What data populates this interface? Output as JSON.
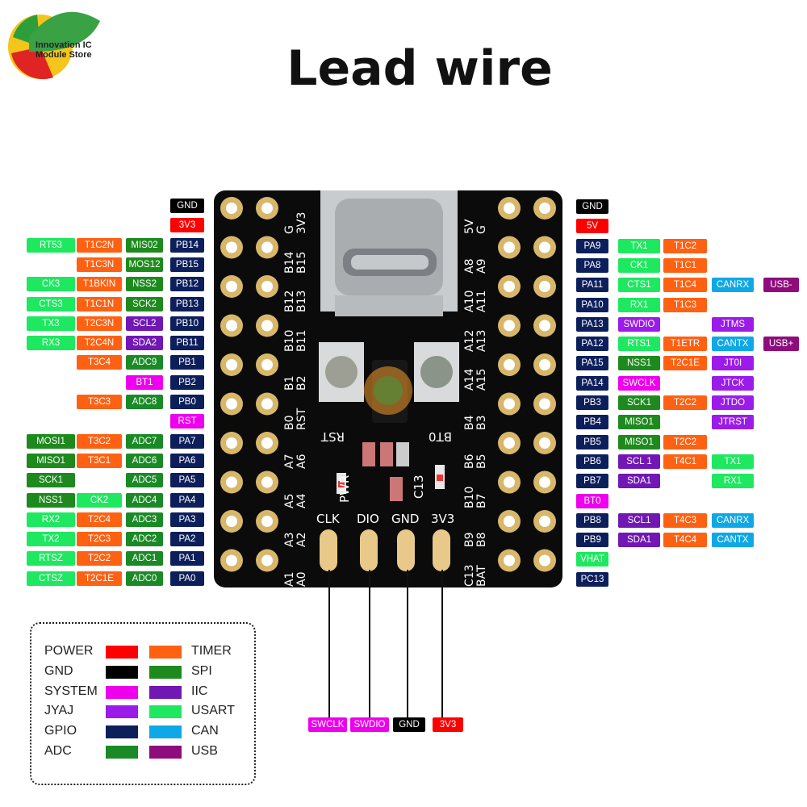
{
  "brand": {
    "line1": "Innovation IC",
    "line2": "Module Store"
  },
  "title": "Lead wire",
  "colors": {
    "POWER": "#ff0000",
    "GND": "#000000",
    "SYSTEM": "#ee00ee",
    "JYAJ": "#9b1be8",
    "GPIO": "#0d1f5b",
    "ADC": "#1a8a26",
    "TIMER": "#ff6112",
    "SPI": "#1e8a1e",
    "IIC": "#7117b4",
    "USART": "#1ee860",
    "CAN": "#0fa8e6",
    "USB": "#8e0c7c"
  },
  "board": {
    "left_pins": [
      "",
      "G\n3V3",
      "B14\nB15",
      "B12\nB13",
      "B10\nB11",
      "B1\nB2",
      "B0\nRST",
      "A7\nA6",
      "A5\nA4",
      "A3\nA2",
      "A1\nA0"
    ],
    "right_pins": [
      "5V\nG",
      "A8\nA9",
      "A10\nA11",
      "A12\nA13",
      "A14\nA15",
      "B4\nB3",
      "B6\nB5",
      "B10\nB7",
      "B9\nB8",
      "C13\nBAT"
    ],
    "silk_left_top": "G",
    "silk_3v3": "3V3",
    "rst_button": "RST",
    "bt0_button": "BT0",
    "pwr_led": "PWR",
    "c13_led": "C13",
    "swd_pads": [
      "CLK",
      "DIO",
      "GND",
      "3V3"
    ]
  },
  "left_rows": [
    [
      {
        "t": "GND",
        "c": "GND"
      }
    ],
    [
      {
        "t": "3V3",
        "c": "POWER"
      }
    ],
    [
      {
        "t": "RT53",
        "c": "USART"
      },
      {
        "t": "T1C2N",
        "c": "TIMER"
      },
      {
        "t": "MIS02",
        "c": "SPI"
      },
      {
        "t": "PB14",
        "c": "GPIO"
      }
    ],
    [
      {
        "t": "",
        "c": ""
      },
      {
        "t": "T1C3N",
        "c": "TIMER"
      },
      {
        "t": "MOS12",
        "c": "SPI"
      },
      {
        "t": "PB15",
        "c": "GPIO"
      }
    ],
    [
      {
        "t": "CK3",
        "c": "USART"
      },
      {
        "t": "T1BKIN",
        "c": "TIMER"
      },
      {
        "t": "NSS2",
        "c": "SPI"
      },
      {
        "t": "PB12",
        "c": "GPIO"
      }
    ],
    [
      {
        "t": "CTS3",
        "c": "USART"
      },
      {
        "t": "T1C1N",
        "c": "TIMER"
      },
      {
        "t": "SCK2",
        "c": "SPI"
      },
      {
        "t": "PB13",
        "c": "GPIO"
      }
    ],
    [
      {
        "t": "TX3",
        "c": "USART"
      },
      {
        "t": "T2C3N",
        "c": "TIMER"
      },
      {
        "t": "SCL2",
        "c": "IIC"
      },
      {
        "t": "PB10",
        "c": "GPIO"
      }
    ],
    [
      {
        "t": "RX3",
        "c": "USART"
      },
      {
        "t": "T2C4N",
        "c": "TIMER"
      },
      {
        "t": "SDA2",
        "c": "IIC"
      },
      {
        "t": "PB11",
        "c": "GPIO"
      }
    ],
    [
      {
        "t": "",
        "c": ""
      },
      {
        "t": "T3C4",
        "c": "TIMER"
      },
      {
        "t": "ADC9",
        "c": "ADC"
      },
      {
        "t": "PB1",
        "c": "GPIO"
      }
    ],
    [
      {
        "t": "",
        "c": ""
      },
      {
        "t": "",
        "c": ""
      },
      {
        "t": "BT1",
        "c": "SYSTEM"
      },
      {
        "t": "PB2",
        "c": "GPIO"
      }
    ],
    [
      {
        "t": "",
        "c": ""
      },
      {
        "t": "T3C3",
        "c": "TIMER"
      },
      {
        "t": "ADC8",
        "c": "ADC"
      },
      {
        "t": "PB0",
        "c": "GPIO"
      }
    ],
    [
      {
        "t": "",
        "c": ""
      },
      {
        "t": "",
        "c": ""
      },
      {
        "t": "",
        "c": ""
      },
      {
        "t": "RST",
        "c": "SYSTEM"
      }
    ],
    [
      {
        "t": "MOSI1",
        "c": "SPI"
      },
      {
        "t": "T3C2",
        "c": "TIMER"
      },
      {
        "t": "ADC7",
        "c": "ADC"
      },
      {
        "t": "PA7",
        "c": "GPIO"
      }
    ],
    [
      {
        "t": "MISO1",
        "c": "SPI"
      },
      {
        "t": "T3C1",
        "c": "TIMER"
      },
      {
        "t": "ADC6",
        "c": "ADC"
      },
      {
        "t": "PA6",
        "c": "GPIO"
      }
    ],
    [
      {
        "t": "SCK1",
        "c": "SPI"
      },
      {
        "t": "",
        "c": ""
      },
      {
        "t": "ADC5",
        "c": "ADC"
      },
      {
        "t": "PA5",
        "c": "GPIO"
      }
    ],
    [
      {
        "t": "NSS1",
        "c": "SPI"
      },
      {
        "t": "CK2",
        "c": "USART"
      },
      {
        "t": "ADC4",
        "c": "ADC"
      },
      {
        "t": "PA4",
        "c": "GPIO"
      }
    ],
    [
      {
        "t": "RX2",
        "c": "USART"
      },
      {
        "t": "T2C4",
        "c": "TIMER"
      },
      {
        "t": "ADC3",
        "c": "ADC"
      },
      {
        "t": "PA3",
        "c": "GPIO"
      }
    ],
    [
      {
        "t": "TX2",
        "c": "USART"
      },
      {
        "t": "T2C3",
        "c": "TIMER"
      },
      {
        "t": "ADC2",
        "c": "ADC"
      },
      {
        "t": "PA2",
        "c": "GPIO"
      }
    ],
    [
      {
        "t": "RTSZ",
        "c": "USART"
      },
      {
        "t": "T2C2",
        "c": "TIMER"
      },
      {
        "t": "ADC1",
        "c": "ADC"
      },
      {
        "t": "PA1",
        "c": "GPIO"
      }
    ],
    [
      {
        "t": "CTSZ",
        "c": "USART"
      },
      {
        "t": "T2C1E",
        "c": "TIMER"
      },
      {
        "t": "ADC0",
        "c": "ADC"
      },
      {
        "t": "PA0",
        "c": "GPIO"
      }
    ]
  ],
  "right_rows": [
    [
      {
        "t": "GND",
        "c": "GND"
      }
    ],
    [
      {
        "t": "5V",
        "c": "POWER"
      }
    ],
    [
      {
        "t": "PA9",
        "c": "GPIO"
      },
      {
        "t": "TX1",
        "c": "USART"
      },
      {
        "t": "T1C2",
        "c": "TIMER"
      }
    ],
    [
      {
        "t": "PA8",
        "c": "GPIO"
      },
      {
        "t": "CK1",
        "c": "USART"
      },
      {
        "t": "T1C1",
        "c": "TIMER"
      }
    ],
    [
      {
        "t": "PA11",
        "c": "GPIO"
      },
      {
        "t": "CTS1",
        "c": "USART"
      },
      {
        "t": "T1C4",
        "c": "TIMER"
      },
      {
        "t": "CANRX",
        "c": "CAN"
      },
      {
        "t": "USB-",
        "c": "USB"
      }
    ],
    [
      {
        "t": "PA10",
        "c": "GPIO"
      },
      {
        "t": "RX1",
        "c": "USART"
      },
      {
        "t": "T1C3",
        "c": "TIMER"
      }
    ],
    [
      {
        "t": "PA13",
        "c": "GPIO"
      },
      {
        "t": "SWDIO",
        "c": "JYAJ"
      },
      {
        "t": "",
        "c": ""
      },
      {
        "t": "JTMS",
        "c": "JYAJ"
      }
    ],
    [
      {
        "t": "PA12",
        "c": "GPIO"
      },
      {
        "t": "RTS1",
        "c": "USART"
      },
      {
        "t": "T1ETR",
        "c": "TIMER"
      },
      {
        "t": "CANTX",
        "c": "CAN"
      },
      {
        "t": "USB+",
        "c": "USB"
      }
    ],
    [
      {
        "t": "PA15",
        "c": "GPIO"
      },
      {
        "t": "NSS1",
        "c": "SPI"
      },
      {
        "t": "T2C1E",
        "c": "TIMER"
      },
      {
        "t": "JT0I",
        "c": "JYAJ"
      }
    ],
    [
      {
        "t": "PA14",
        "c": "GPIO"
      },
      {
        "t": "SWCLK",
        "c": "SYSTEM"
      },
      {
        "t": "",
        "c": ""
      },
      {
        "t": "JTCK",
        "c": "JYAJ"
      }
    ],
    [
      {
        "t": "PB3",
        "c": "GPIO"
      },
      {
        "t": "SCK1",
        "c": "SPI"
      },
      {
        "t": "T2C2",
        "c": "TIMER"
      },
      {
        "t": "JTDO",
        "c": "JYAJ"
      }
    ],
    [
      {
        "t": "PB4",
        "c": "GPIO"
      },
      {
        "t": "MISO1",
        "c": "SPI"
      },
      {
        "t": "",
        "c": ""
      },
      {
        "t": "JTRST",
        "c": "JYAJ"
      }
    ],
    [
      {
        "t": "PB5",
        "c": "GPIO"
      },
      {
        "t": "MISO1",
        "c": "SPI"
      },
      {
        "t": "T2C2",
        "c": "TIMER"
      }
    ],
    [
      {
        "t": "PB6",
        "c": "GPIO"
      },
      {
        "t": "SCL 1",
        "c": "IIC"
      },
      {
        "t": "T4C1",
        "c": "TIMER"
      },
      {
        "t": "TX1",
        "c": "USART"
      }
    ],
    [
      {
        "t": "PB7",
        "c": "GPIO"
      },
      {
        "t": "SDA1",
        "c": "IIC"
      },
      {
        "t": "",
        "c": ""
      },
      {
        "t": "RX1",
        "c": "USART"
      }
    ],
    [
      {
        "t": "BT0",
        "c": "SYSTEM"
      }
    ],
    [
      {
        "t": "PB8",
        "c": "GPIO"
      },
      {
        "t": "SCL1",
        "c": "IIC"
      },
      {
        "t": "T4C3",
        "c": "TIMER"
      },
      {
        "t": "CANRX",
        "c": "CAN"
      }
    ],
    [
      {
        "t": "PB9",
        "c": "GPIO"
      },
      {
        "t": "SDA1",
        "c": "IIC"
      },
      {
        "t": "T4C4",
        "c": "TIMER"
      },
      {
        "t": "CANTX",
        "c": "CAN"
      }
    ],
    [
      {
        "t": "VHAT",
        "c": "USART"
      }
    ],
    [
      {
        "t": "PC13",
        "c": "GPIO"
      }
    ]
  ],
  "bottom_labels": [
    {
      "t": "SWCLK",
      "c": "SYSTEM"
    },
    {
      "t": "SWDIO",
      "c": "SYSTEM"
    },
    {
      "t": "GND",
      "c": "GND"
    },
    {
      "t": "3V3",
      "c": "POWER"
    }
  ],
  "legend": [
    {
      "name": "POWER",
      "c": "POWER"
    },
    {
      "name": "GND",
      "c": "GND"
    },
    {
      "name": "SYSTEM",
      "c": "SYSTEM"
    },
    {
      "name": "JYAJ",
      "c": "JYAJ"
    },
    {
      "name": "GPIO",
      "c": "GPIO"
    },
    {
      "name": "ADC",
      "c": "ADC"
    },
    {
      "name": "TIMER",
      "c": "TIMER"
    },
    {
      "name": "SPI",
      "c": "SPI"
    },
    {
      "name": "IIC",
      "c": "IIC"
    },
    {
      "name": "USART",
      "c": "USART"
    },
    {
      "name": "CAN",
      "c": "CAN"
    },
    {
      "name": "USB",
      "c": "USB"
    }
  ]
}
